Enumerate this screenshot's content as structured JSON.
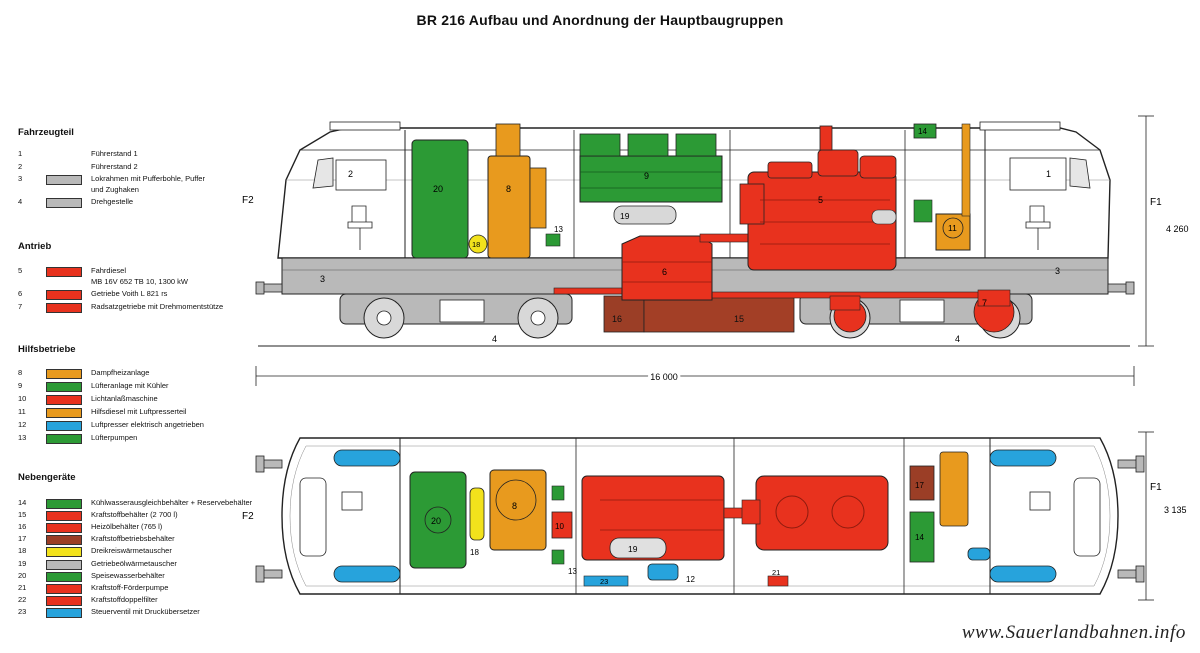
{
  "title": "BR 216  Aufbau und Anordnung der Hauptbaugruppen",
  "colors": {
    "red": "#e8321e",
    "green": "#2c9a35",
    "grey": "#b9b9b9",
    "orange": "#e89a1e",
    "yellow": "#f2e21c",
    "blue": "#27a3dc",
    "brown": "#9b3e26"
  },
  "legend": [
    {
      "section": "Fahrzeugteil",
      "items": [
        {
          "num": "1",
          "label": "Führerstand 1",
          "color": ""
        },
        {
          "num": "2",
          "label": "Führerstand 2",
          "color": ""
        },
        {
          "num": "3",
          "label": "Lokrahmen mit Pufferbohle, Puffer",
          "label2": "und Zughaken",
          "color": "grey"
        },
        {
          "num": "4",
          "label": "Drehgestelle",
          "color": "grey"
        }
      ]
    },
    {
      "section": "Antrieb",
      "items": [
        {
          "num": "5",
          "label": "Fahrdiesel",
          "label2": "MB 16V 652 TB 10, 1300 kW",
          "color": "red"
        },
        {
          "num": "6",
          "label": "Getriebe Voith L 821 rs",
          "color": "red"
        },
        {
          "num": "7",
          "label": "Radsatzgetriebe mit Drehmomentstütze",
          "color": "red"
        }
      ]
    },
    {
      "section": "Hilfsbetriebe",
      "items": [
        {
          "num": "8",
          "label": "Dampfheizanlage",
          "color": "orange"
        },
        {
          "num": "9",
          "label": "Lüfteranlage mit Kühler",
          "color": "green"
        },
        {
          "num": "10",
          "label": "Lichtanlaßmaschine",
          "color": "red"
        },
        {
          "num": "11",
          "label": "Hilfsdiesel mit Luftpresserteil",
          "color": "orange"
        },
        {
          "num": "12",
          "label": "Luftpresser elektrisch angetrieben",
          "color": "blue"
        },
        {
          "num": "13",
          "label": "Lüfterpumpen",
          "color": "green"
        }
      ]
    },
    {
      "section": "Nebengeräte",
      "items": [
        {
          "num": "14",
          "label": "Kühlwasserausgleichbehälter + Reservebehälter",
          "color": "green"
        },
        {
          "num": "15",
          "label": "Kraftstoffbehälter  (2 700 l)",
          "color": "red"
        },
        {
          "num": "16",
          "label": "Heizölbehälter (765 l)",
          "color": "red"
        },
        {
          "num": "17",
          "label": "Kraftstoffbetriebsbehälter",
          "color": "brown"
        },
        {
          "num": "18",
          "label": "Dreikreiswärmetauscher",
          "color": "yellow"
        },
        {
          "num": "19",
          "label": "Getriebeölwärmetauscher",
          "color": "grey"
        },
        {
          "num": "20",
          "label": "Speisewasserbehälter",
          "color": "green"
        },
        {
          "num": "21",
          "label": "Kraftstoff-Förderpumpe",
          "color": "red"
        },
        {
          "num": "22",
          "label": "Kraftstoffdoppelfilter",
          "color": "red"
        },
        {
          "num": "23",
          "label": "Steuerventil mit Druckübersetzer",
          "color": "blue"
        }
      ]
    }
  ],
  "dims": {
    "length": "16 000",
    "height": "4 260",
    "width": "3 135"
  },
  "ends": {
    "front": "F1",
    "rear": "F2"
  },
  "side": {
    "cab1": "1",
    "cab2": "2",
    "frame_left": "3",
    "frame_right": "3",
    "bogie_left": "4",
    "bogie_right": "4",
    "engine": "5",
    "transmission": "6",
    "axle_gear": "7",
    "steam_heater": "8",
    "cooler": "9",
    "aux_diesel": "11",
    "pumps": "13",
    "coolant_tank": "14",
    "fuel_tank": "15",
    "heating_oil": "16",
    "heat_exchanger": "18",
    "oil_cooler": "19",
    "water_tank": "20"
  },
  "top": {
    "steam_heater": "8",
    "light_machine": "10",
    "compressor": "12",
    "pumps": "13",
    "coolant_tank": "14",
    "fuel_service_tank": "17",
    "heat_exchanger": "18",
    "oil_cooler": "19",
    "water_tank": "20",
    "fuel_pump": "21",
    "valve": "23"
  },
  "watermark": "www.Sauerlandbahnen.info"
}
